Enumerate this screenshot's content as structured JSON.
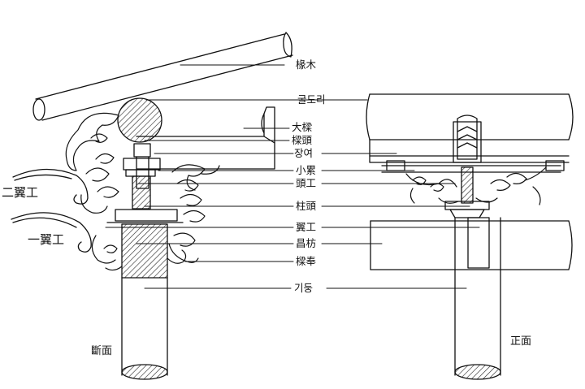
{
  "labels": [
    "椽木",
    "굴도리",
    "大樑",
    "樑頭",
    "장여",
    "小累",
    "頭工",
    "柱頭",
    "翼工",
    "昌枋",
    "樑奉",
    "기둥"
  ],
  "side_labels": {
    "second_wing": "二翼工",
    "first_wing": "一翼工"
  },
  "views": {
    "section": "斷面",
    "front": "正面"
  }
}
